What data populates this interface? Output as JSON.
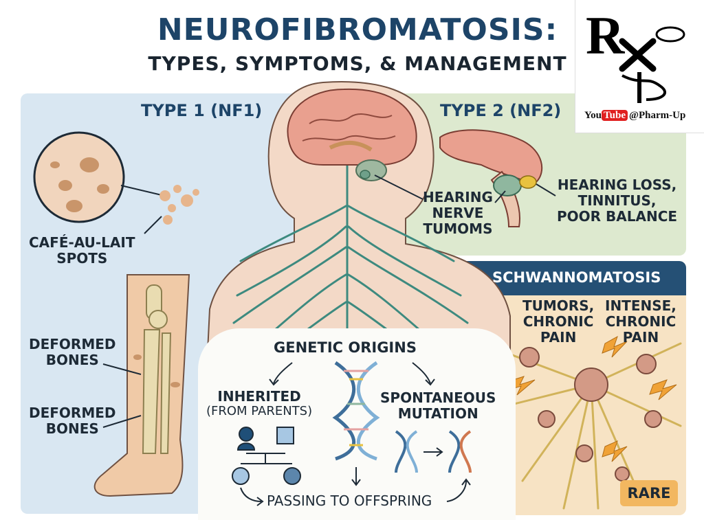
{
  "header": {
    "title": "NEUROFIBROMATOSIS:",
    "subtitle": "TYPES, SYMPTOMS, & MANAGEMENT"
  },
  "branding": {
    "youtube_word": "You",
    "youtube_tube": "Tube",
    "channel": "@Pharm-Up"
  },
  "type1": {
    "heading": "TYPE 1 (NF1)",
    "spots_line1": "CAFÉ-AU-LAIT",
    "spots_line2": "SPOTS",
    "bones_a_line1": "DEFORMED",
    "bones_a_line2": "BONES",
    "bones_b_line1": "DEFORMED",
    "bones_b_line2": "BONES"
  },
  "type2": {
    "heading": "TYPE 2 (NF2)",
    "tumor_line1": "HEARING",
    "tumor_line2": "NERVE",
    "tumor_line3": "TUMOMS",
    "symptom_line1": "HEARING LOSS,",
    "symptom_line2": "TINNITUS,",
    "symptom_line3": "POOR BALANCE"
  },
  "schwannomatosis": {
    "heading": "SCHWANNOMATOSIS",
    "left_line1": "TUMORS,",
    "left_line2": "CHRONIC",
    "left_line3": "PAIN",
    "right_line1": "INTENSE,",
    "right_line2": "CHRONIC",
    "right_line3": "PAIN",
    "badge": "RARE"
  },
  "genetics": {
    "heading": "GENETIC ORIGINS",
    "inherited_line1": "INHERITED",
    "inherited_line2": "(FROM PARENTS)",
    "spontaneous_line1": "SPONTANEOUS",
    "spontaneous_line2": "MUTATION",
    "offspring": "PASSING TO OFFSPRING"
  },
  "colors": {
    "heading_blue": "#1d4468",
    "panel_blue": "#d9e7f2",
    "panel_green": "#dde9cf",
    "panel_orange": "#f7e3c4",
    "banner_navy": "#255075",
    "badge_orange": "#f2b760"
  }
}
